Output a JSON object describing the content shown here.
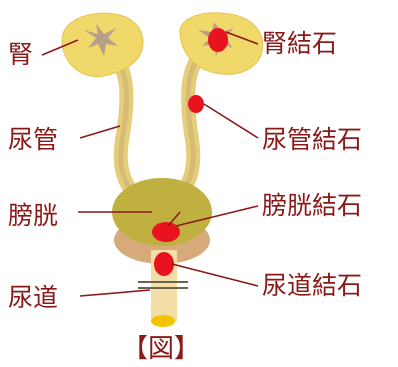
{
  "labels": {
    "kidney": "腎",
    "ureter": "尿管",
    "bladder": "膀胱",
    "urethra": "尿道",
    "kidney_stone": "腎結石",
    "ureter_stone": "尿管結石",
    "bladder_stone": "膀胱結石",
    "urethra_stone": "尿道結石"
  },
  "caption": "【図】",
  "colors": {
    "kidney": "#f1d86a",
    "kidney_inner": "#bca47a",
    "ureter": "#d9bf74",
    "bladder": "#c0b040",
    "prostate": "#d7aa7c",
    "urethra": "#f3dfa5",
    "stone": "#e8131e",
    "text": "#8a1a1a"
  }
}
